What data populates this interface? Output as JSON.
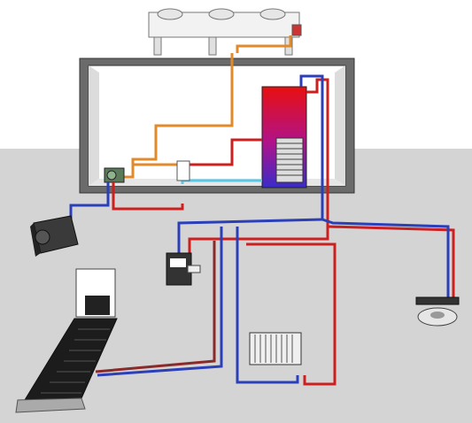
{
  "diagram": {
    "components": [
      {
        "id": "dry-cooler",
        "icon": "fan-unit-icon"
      },
      {
        "id": "machine-room",
        "icon": "building-box-icon"
      },
      {
        "id": "storage-tank",
        "icon": "tank-icon"
      },
      {
        "id": "heat-pump",
        "icon": "compressor-icon"
      },
      {
        "id": "air-handler",
        "icon": "air-unit-icon"
      },
      {
        "id": "wall-unit",
        "icon": "fan-coil-icon"
      },
      {
        "id": "floor-heating",
        "icon": "floor-loop-icon"
      },
      {
        "id": "radiator",
        "icon": "radiator-icon"
      },
      {
        "id": "ceiling-fan",
        "icon": "ceiling-fan-icon"
      }
    ],
    "colors": {
      "hot": "#cc1f1f",
      "cold": "#2a3fb8",
      "refrigerant": "#e08a2a",
      "return_warm": "#8b2a2a",
      "light_blue": "#55c8e8",
      "ground": "#d3d3d3",
      "sky": "#ffffff"
    }
  }
}
